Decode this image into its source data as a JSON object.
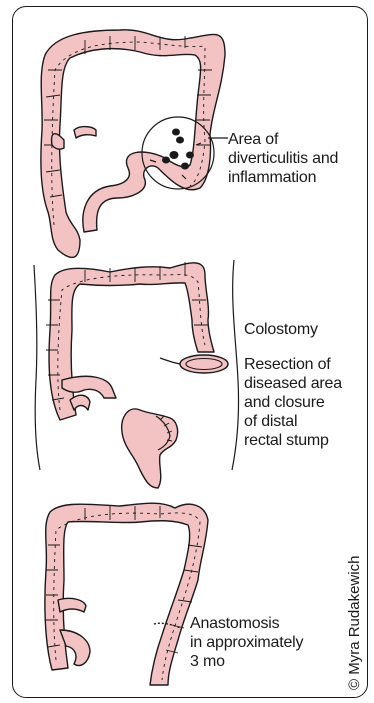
{
  "labels": {
    "stage1": "Area of\ndiverticulitis and\ninflammation",
    "stage2_colostomy": "Colostomy",
    "stage2_resection": "Resection of\ndiseased area\nand closure\nof distal\nrectal stump",
    "stage3": "Anastomosis\nin approximately\n3 mo"
  },
  "credit": "© Myra Rudakewich",
  "colors": {
    "colon_fill": "#f3c2c3",
    "outline": "#1a1a1a"
  }
}
